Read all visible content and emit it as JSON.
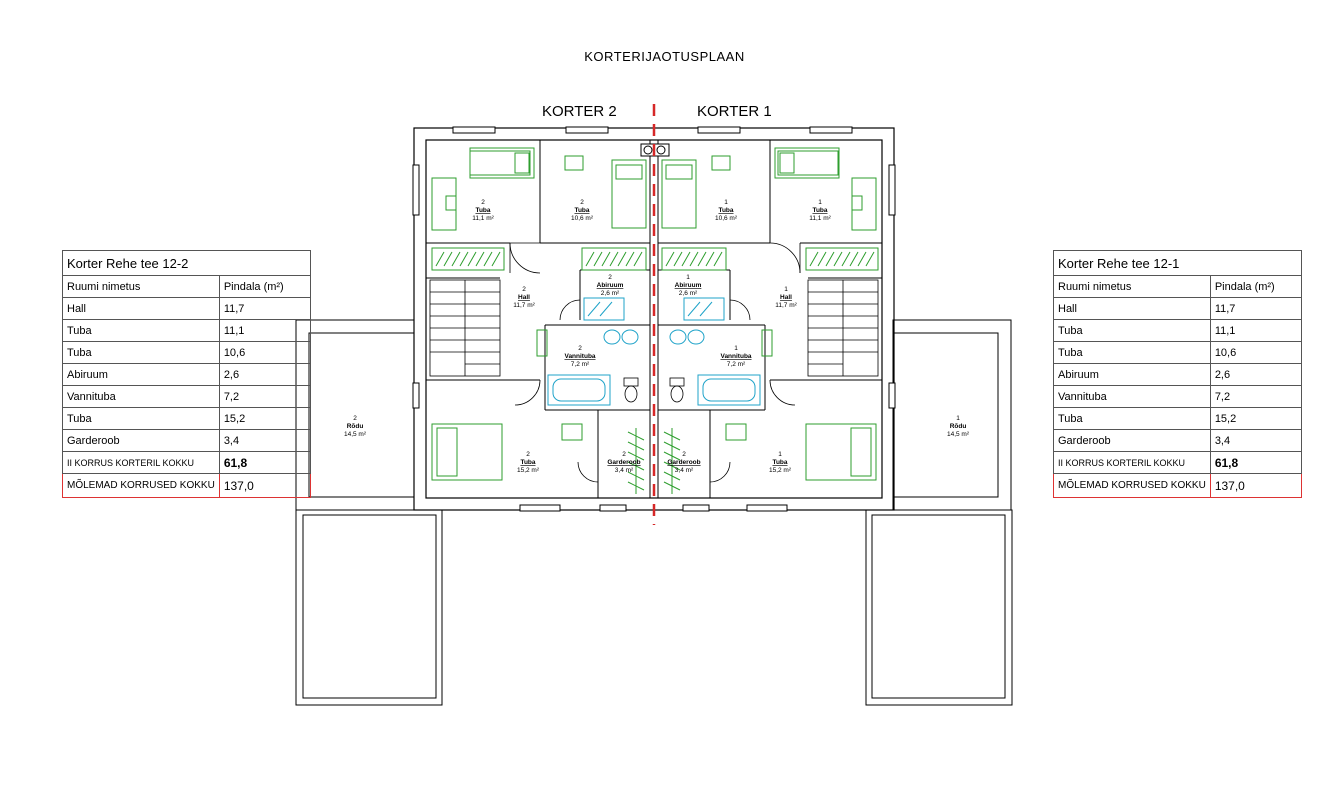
{
  "title": "KORTERIJAOTUSPLAAN",
  "apartment_labels": {
    "left": "KORTER 2",
    "right": "KORTER 1"
  },
  "tables": {
    "left": {
      "title": "Korter Rehe tee 12-2",
      "col_name": "Ruumi nimetus",
      "col_area": "Pindala (m²)",
      "rows": [
        {
          "name": "Hall",
          "area": "11,7"
        },
        {
          "name": "Tuba",
          "area": "11,1"
        },
        {
          "name": "Tuba",
          "area": "10,6"
        },
        {
          "name": "Abiruum",
          "area": "2,6"
        },
        {
          "name": "Vannituba",
          "area": "7,2"
        },
        {
          "name": "Tuba",
          "area": "15,2"
        },
        {
          "name": "Garderoob",
          "area": "3,4"
        }
      ],
      "subtotal_label": "II KORRUS KORTERIL KOKKU",
      "subtotal_value": "61,8",
      "total_label": "MÕLEMAD KORRUSED KOKKU",
      "total_value": "137,0"
    },
    "right": {
      "title": "Korter Rehe tee 12-1",
      "col_name": "Ruumi nimetus",
      "col_area": "Pindala (m²)",
      "rows": [
        {
          "name": "Hall",
          "area": "11,7"
        },
        {
          "name": "Tuba",
          "area": "11,1"
        },
        {
          "name": "Tuba",
          "area": "10,6"
        },
        {
          "name": "Abiruum",
          "area": "2,6"
        },
        {
          "name": "Vannituba",
          "area": "7,2"
        },
        {
          "name": "Tuba",
          "area": "15,2"
        },
        {
          "name": "Garderoob",
          "area": "3,4"
        }
      ],
      "subtotal_label": "II KORRUS KORTERIL KOKKU",
      "subtotal_value": "61,8",
      "total_label": "MÕLEMAD KORRUSED KOKKU",
      "total_value": "137,0"
    }
  },
  "rooms": {
    "k2_tuba_nw": {
      "num": "2",
      "name": "Tuba",
      "area": "11,1 m²"
    },
    "k2_tuba_n": {
      "num": "2",
      "name": "Tuba",
      "area": "10,6 m²"
    },
    "k1_tuba_n": {
      "num": "1",
      "name": "Tuba",
      "area": "10,6 m²"
    },
    "k1_tuba_ne": {
      "num": "1",
      "name": "Tuba",
      "area": "11,1 m²"
    },
    "k2_hall": {
      "num": "2",
      "name": "Hall",
      "area": "11,7 m²"
    },
    "k2_abiruum": {
      "num": "2",
      "name": "Abiruum",
      "area": "2,6 m²"
    },
    "k1_abiruum": {
      "num": "1",
      "name": "Abiruum",
      "area": "2,6 m²"
    },
    "k1_hall": {
      "num": "1",
      "name": "Hall",
      "area": "11,7 m²"
    },
    "k2_vannituba": {
      "num": "2",
      "name": "Vannituba",
      "area": "7,2 m²"
    },
    "k1_vannituba": {
      "num": "1",
      "name": "Vannituba",
      "area": "7,2 m²"
    },
    "k2_tuba_s": {
      "num": "2",
      "name": "Tuba",
      "area": "15,2 m²"
    },
    "k2_garderoob": {
      "num": "2",
      "name": "Garderoob",
      "area": "3,4 m²"
    },
    "k1_garderoob": {
      "num": "2",
      "name": "Garderoob",
      "area": "3,4 m²"
    },
    "k1_tuba_s": {
      "num": "1",
      "name": "Tuba",
      "area": "15,2 m²"
    },
    "k2_rodu": {
      "num": "2",
      "name": "Rõdu",
      "area": "14,5 m²"
    },
    "k1_rodu": {
      "num": "1",
      "name": "Rõdu",
      "area": "14,5 m²"
    }
  },
  "colors": {
    "walls": "#000000",
    "furniture": "#2e9e2e",
    "sanitary": "#1fa3c9",
    "divider": "#d62828",
    "total_border": "#d33333"
  }
}
